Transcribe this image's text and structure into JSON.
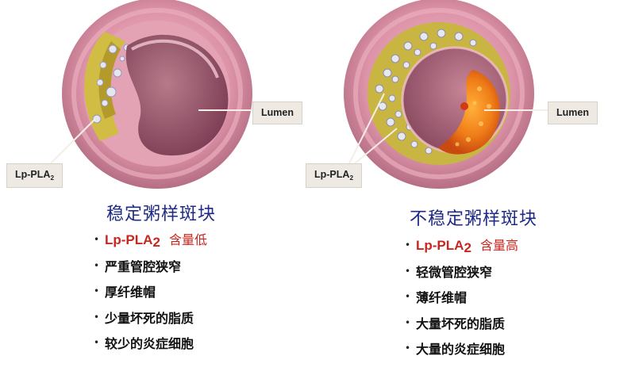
{
  "labels": {
    "lumen": "Lumen",
    "lp_base": "Lp-PLA",
    "lp_sub": "2"
  },
  "stable": {
    "title": "稳定粥样斑块",
    "highlight": "含量低",
    "items": [
      "严重管腔狭窄",
      "厚纤维帽",
      "少量坏死的脂质",
      "较少的炎症细胞"
    ]
  },
  "unstable": {
    "title": "不稳定粥样斑块",
    "highlight": "含量高",
    "items": [
      "轻微管腔狭窄",
      "薄纤维帽",
      "大量坏死的脂质",
      "大量的炎症细胞"
    ]
  },
  "colors": {
    "heading": "#1f2a86",
    "highlight": "#c8261e",
    "vessel_outer": "#d98ea4",
    "lipid": "#cdbb3a",
    "core_orange": "#f08a1c"
  }
}
